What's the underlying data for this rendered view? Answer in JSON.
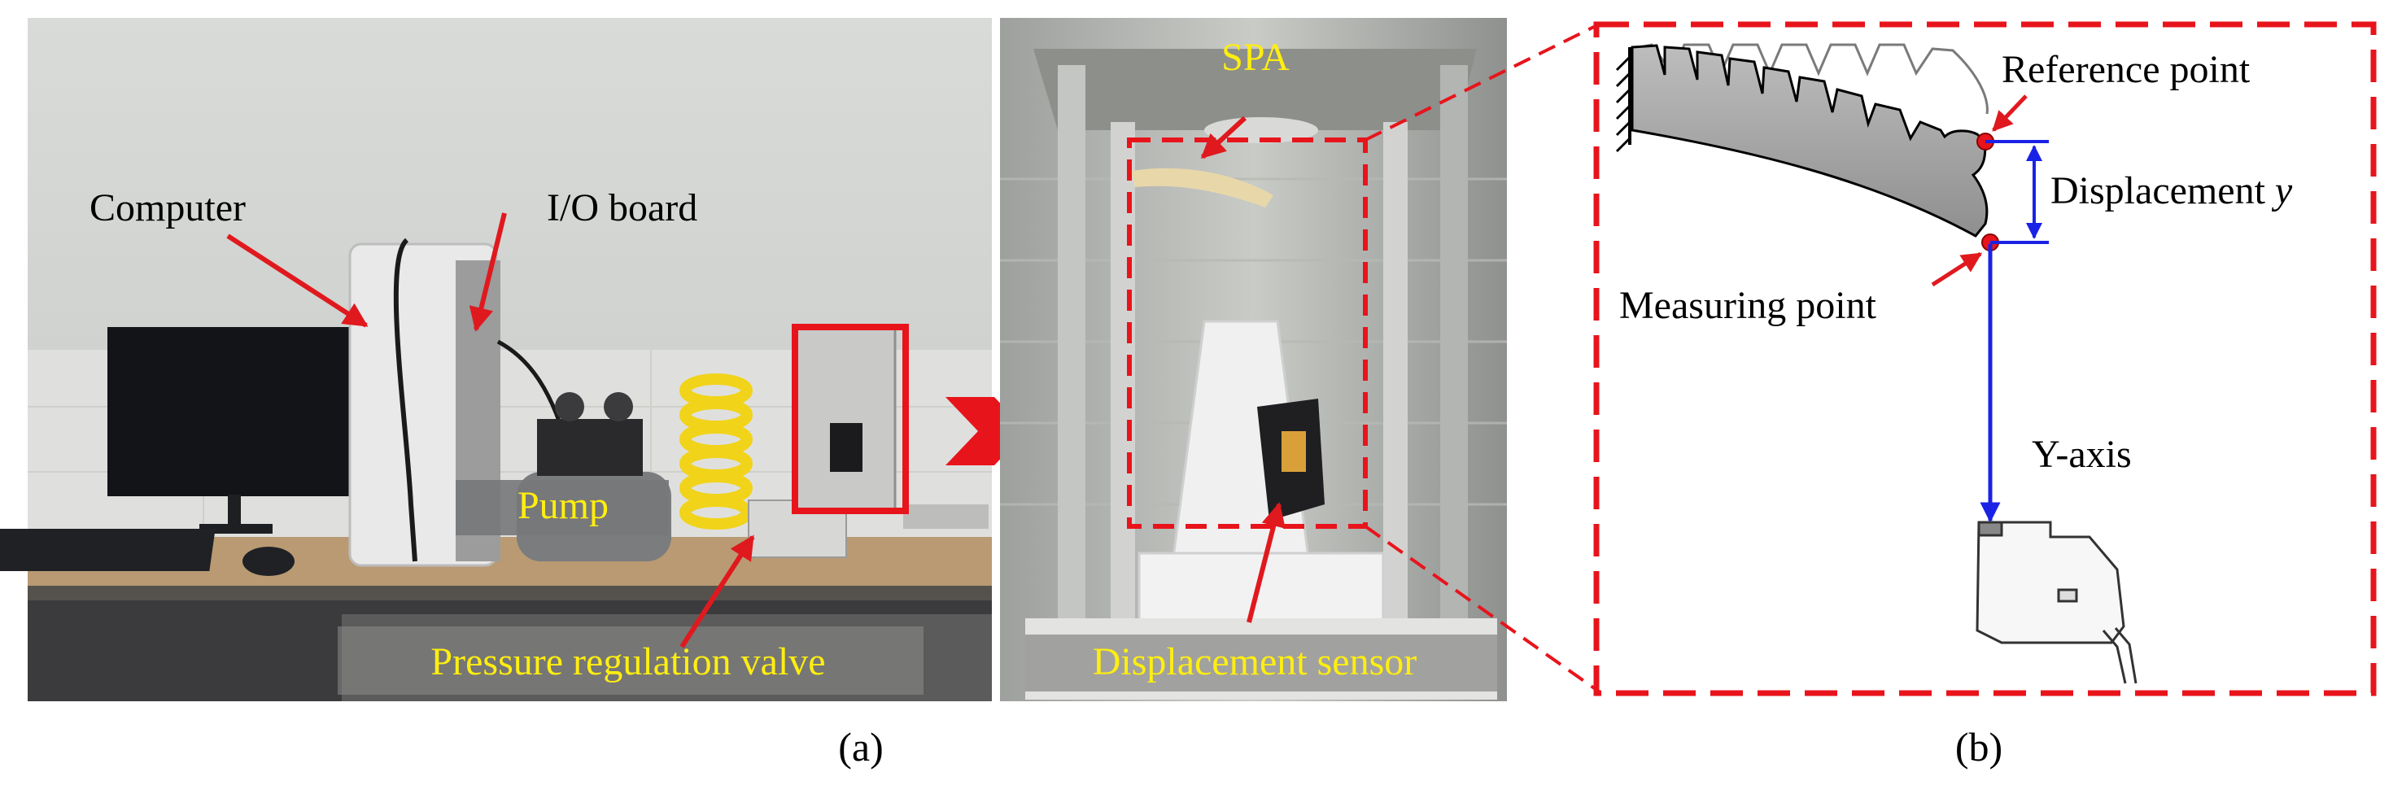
{
  "panel_a": {
    "caption": "(a)",
    "labels": {
      "computer": "Computer",
      "io_board": "I/O board",
      "pump": "Pump",
      "pressure_valve": "Pressure regulation valve",
      "spa": "SPA",
      "displacement_sensor": "Displacement sensor"
    }
  },
  "panel_b": {
    "caption": "(b)",
    "labels": {
      "reference_point": "Reference point",
      "displacement": "Displacement",
      "displacement_var": "y",
      "measuring_point": "Measuring point",
      "y_axis": "Y-axis"
    }
  },
  "colors": {
    "highlight_red": "#e8141c",
    "arrow_red": "#e0191e",
    "label_yellow": "#ffee10",
    "axis_blue": "#1a22e6",
    "spa_gray": "#a8a8a8"
  }
}
